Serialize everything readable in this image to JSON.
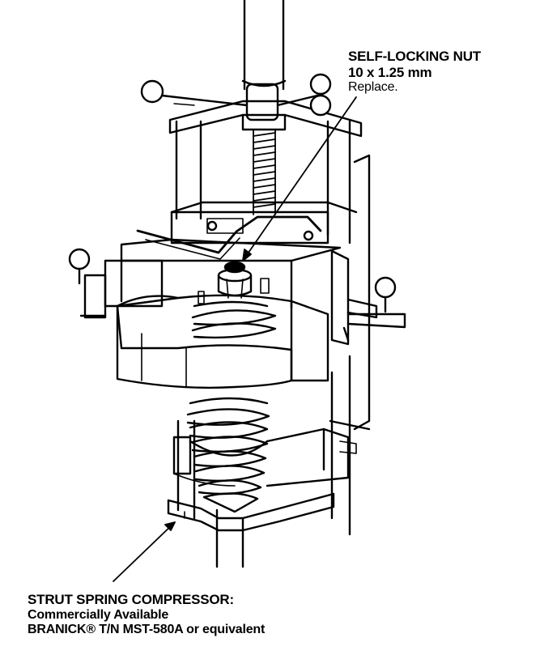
{
  "callouts": {
    "nut": {
      "title": "SELF-LOCKING NUT",
      "size": "10 x 1.25 mm",
      "note": "Replace."
    },
    "tool": {
      "title": "STRUT SPRING COMPRESSOR:",
      "availability": "Commercially Available",
      "part_number": "BRANICK® T/N MST-580A or equivalent"
    }
  },
  "colors": {
    "line": "#000000",
    "background": "#ffffff"
  }
}
